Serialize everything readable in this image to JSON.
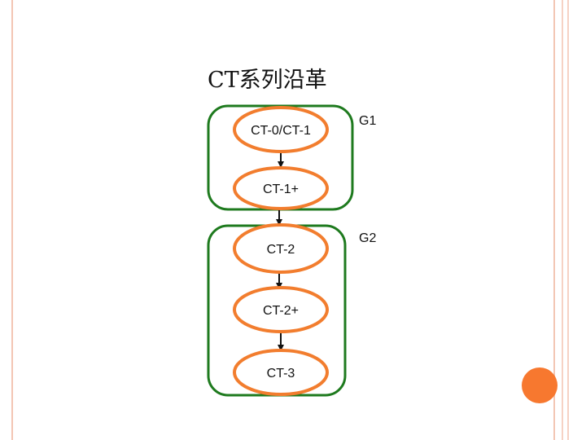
{
  "slide": {
    "title": "CT系列沿革"
  },
  "groups": [
    {
      "label": "G1",
      "members": [
        "CT-0/CT-1",
        "CT-1+"
      ]
    },
    {
      "label": "G2",
      "members": [
        "CT-2",
        "CT-2+",
        "CT-3"
      ]
    }
  ],
  "nodes": [
    {
      "label": "CT-0/CT-1"
    },
    {
      "label": "CT-1+"
    },
    {
      "label": "CT-2"
    },
    {
      "label": "CT-2+"
    },
    {
      "label": "CT-3"
    }
  ],
  "edges": [
    {
      "from": "CT-0/CT-1",
      "to": "CT-1+"
    },
    {
      "from": "CT-1+",
      "to": "CT-2"
    },
    {
      "from": "CT-2",
      "to": "CT-2+"
    },
    {
      "from": "CT-2+",
      "to": "CT-3"
    }
  ],
  "colors": {
    "node_stroke": "#f27d2e",
    "group_stroke": "#1e7a1e",
    "edge": "#111111",
    "accent_circle": "#f7782f",
    "frame": "#f3c6b4"
  }
}
